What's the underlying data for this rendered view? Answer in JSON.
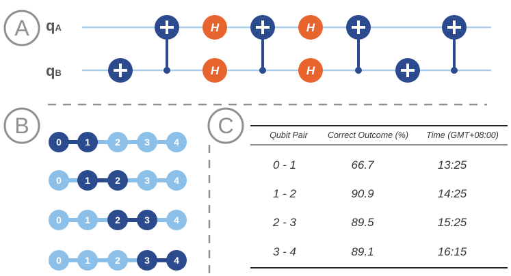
{
  "panels": {
    "a": "A",
    "b": "B",
    "c": "C"
  },
  "qubits": [
    {
      "base": "q",
      "sub": "A"
    },
    {
      "base": "q",
      "sub": "B"
    }
  ],
  "gates": [
    {
      "type": "x",
      "target": 1
    },
    {
      "type": "cnot",
      "control": 1,
      "target": 0
    },
    {
      "type": "h",
      "target": 0
    },
    {
      "type": "h",
      "target": 1
    },
    {
      "type": "cnot",
      "control": 1,
      "target": 0
    },
    {
      "type": "h",
      "target": 0
    },
    {
      "type": "h",
      "target": 1
    },
    {
      "type": "cnot",
      "control": 1,
      "target": 0
    },
    {
      "type": "x",
      "target": 1
    },
    {
      "type": "cnot",
      "control": 1,
      "target": 0
    }
  ],
  "h_label": "H",
  "chains": [
    {
      "nodes": [
        "0",
        "1",
        "2",
        "3",
        "4"
      ],
      "active": [
        0,
        1
      ]
    },
    {
      "nodes": [
        "0",
        "1",
        "2",
        "3",
        "4"
      ],
      "active": [
        1,
        2
      ]
    },
    {
      "nodes": [
        "0",
        "1",
        "2",
        "3",
        "4"
      ],
      "active": [
        2,
        3
      ]
    },
    {
      "nodes": [
        "0",
        "1",
        "2",
        "3",
        "4"
      ],
      "active": [
        3,
        4
      ]
    }
  ],
  "table": {
    "headers": [
      "Qubit Pair",
      "Correct Outcome (%)",
      "Time (GMT+08:00)"
    ],
    "rows": [
      [
        "0 - 1",
        "66.7",
        "13:25"
      ],
      [
        "1 - 2",
        "90.9",
        "14:25"
      ],
      [
        "2 - 3",
        "89.5",
        "15:25"
      ],
      [
        "3 - 4",
        "89.1",
        "16:15"
      ]
    ]
  },
  "colors": {
    "wire": "#a9cbea",
    "dark": "#2c4a8e",
    "light": "#8dc0e8",
    "hadamard": "#e8642e",
    "panel_circle": "#8f8f8f",
    "divider": "#8f8f8f"
  }
}
